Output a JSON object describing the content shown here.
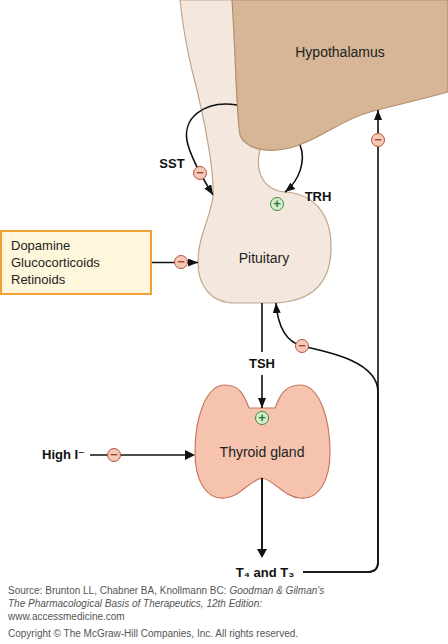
{
  "diagram": {
    "nodes": [
      {
        "text": [
          "Hypothalamus"
        ]
      },
      {
        "text": [
          "Pituitary"
        ]
      },
      {
        "text": [
          "Dopamine Glucocorticoids Retinoids"
        ]
      },
      {
        "text": [
          "Thyroid gland"
        ]
      }
    ],
    "edges": [
      {
        "from": 0,
        "to": 1,
        "label": "SST",
        "arrow": "to"
      },
      {
        "from": 0,
        "to": 1,
        "label": "TRH",
        "arrow": "to"
      },
      {
        "from": 2,
        "to": 1,
        "arrow": "to"
      },
      {
        "from": 1,
        "to": 3,
        "label": "TSH",
        "arrow": "to"
      },
      {
        "from": 3,
        "to": 0,
        "label": "T₄ and T₃",
        "arrow": "to"
      },
      {
        "from": 3,
        "to": 1,
        "arrow": "to"
      }
    ],
    "labels": [
      "−",
      "+",
      "−",
      "−",
      "−",
      "+",
      "High I⁻",
      "−",
      "Source: Brunton LL, Chabner BA, Knollmann BC:",
      "Goodman & Gilman's The Pharmacological Basis of Therapeutics, 12th Edition:",
      "www.accessmedicine.com",
      "Copyright © The McGraw-Hill Companies, Inc. All rights reserved."
    ]
  }
}
